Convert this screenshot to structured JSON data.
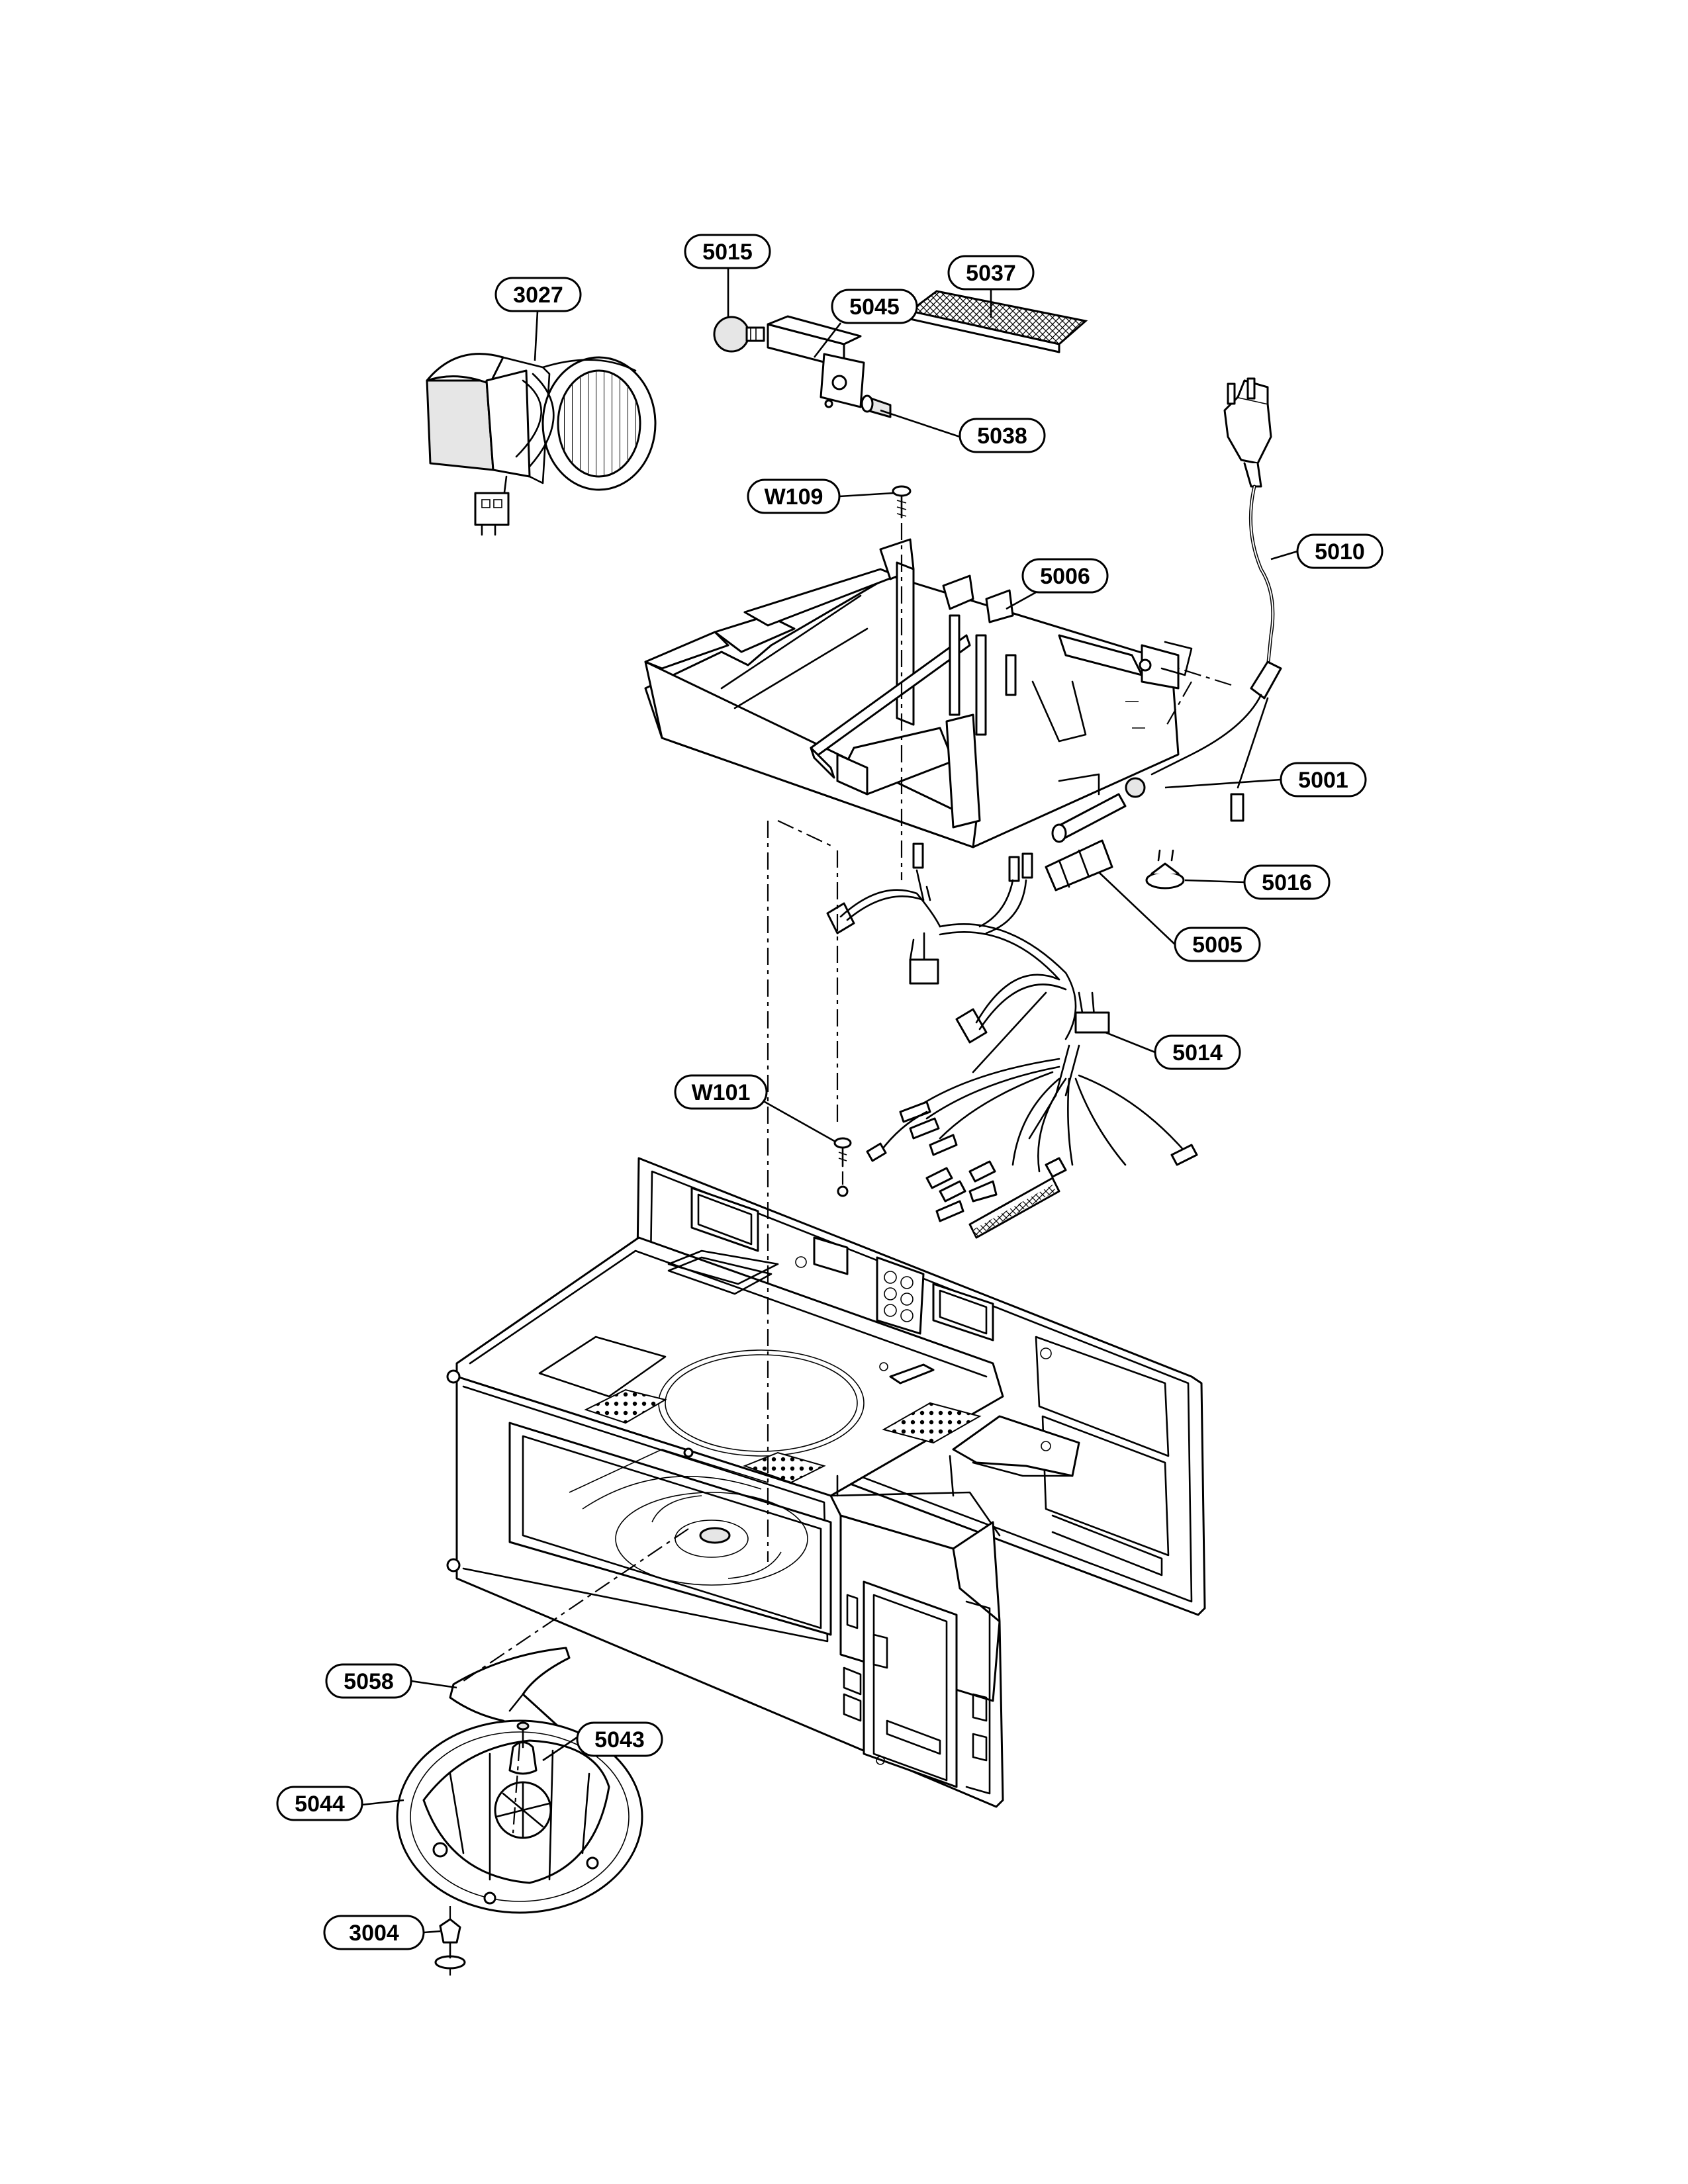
{
  "callouts": [
    {
      "id": "3027",
      "label": "3027"
    },
    {
      "id": "5015",
      "label": "5015"
    },
    {
      "id": "5045",
      "label": "5045"
    },
    {
      "id": "5037",
      "label": "5037"
    },
    {
      "id": "5038",
      "label": "5038"
    },
    {
      "id": "W109",
      "label": "W109"
    },
    {
      "id": "5010",
      "label": "5010"
    },
    {
      "id": "5006",
      "label": "5006"
    },
    {
      "id": "5001",
      "label": "5001"
    },
    {
      "id": "5016",
      "label": "5016"
    },
    {
      "id": "5005",
      "label": "5005"
    },
    {
      "id": "5014",
      "label": "5014"
    },
    {
      "id": "W101",
      "label": "W101"
    },
    {
      "id": "5058",
      "label": "5058"
    },
    {
      "id": "5043",
      "label": "5043"
    },
    {
      "id": "5044",
      "label": "5044"
    },
    {
      "id": "3004",
      "label": "3004"
    }
  ],
  "colors": {
    "ink": "#000000",
    "paper": "#ffffff",
    "shade": "#e6e6e6"
  }
}
